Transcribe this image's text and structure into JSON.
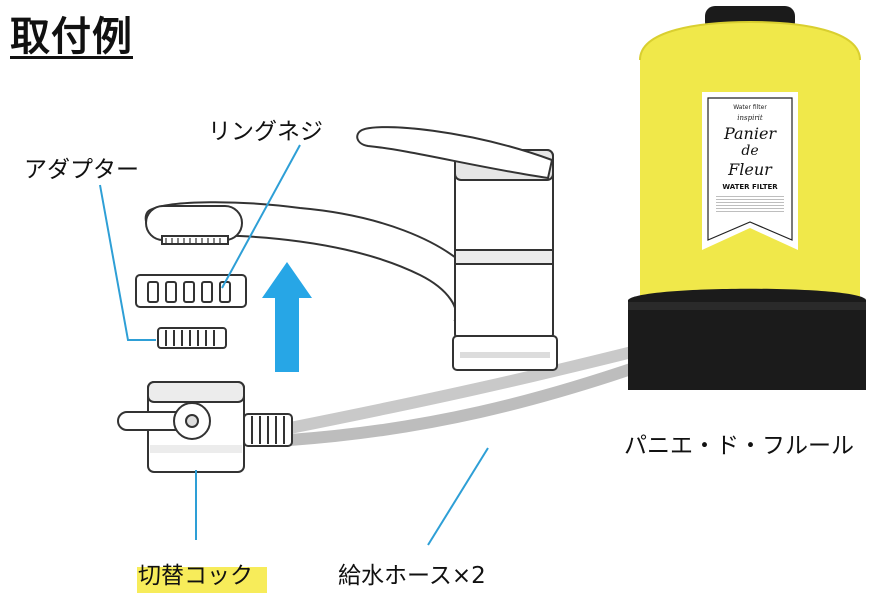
{
  "title": "取付例",
  "labels": {
    "ring_screw": "リングネジ",
    "adapter": "アダプター",
    "product": "パニエ・ド・フルール",
    "switch_cock": "切替コック",
    "supply_hose": "給水ホース×2"
  },
  "filter_label": {
    "top_text": "Water filter",
    "brand_small": "inspirit",
    "brand_line1": "Panier",
    "brand_line2": "de",
    "brand_line3": "Fleur",
    "subtitle": "WATER FILTER"
  },
  "colors": {
    "filter_body": "#f0e84a",
    "arrow": "#27a6e6",
    "leader_line": "#2e9fd6",
    "highlight": "#f7ec5a",
    "base": "#1b1b1b"
  }
}
